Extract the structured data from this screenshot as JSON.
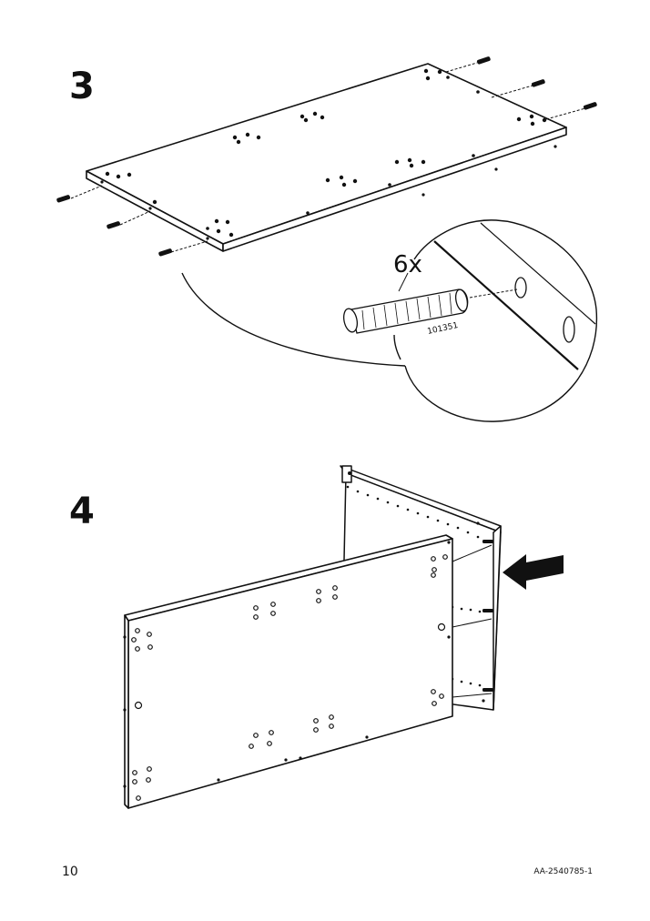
{
  "steps": [
    {
      "number": "3"
    },
    {
      "number": "4"
    }
  ],
  "callout": {
    "quantity": "6x",
    "part_number": "101351"
  },
  "footer": {
    "page_number": "10",
    "document_code": "AA-2540785-1"
  }
}
